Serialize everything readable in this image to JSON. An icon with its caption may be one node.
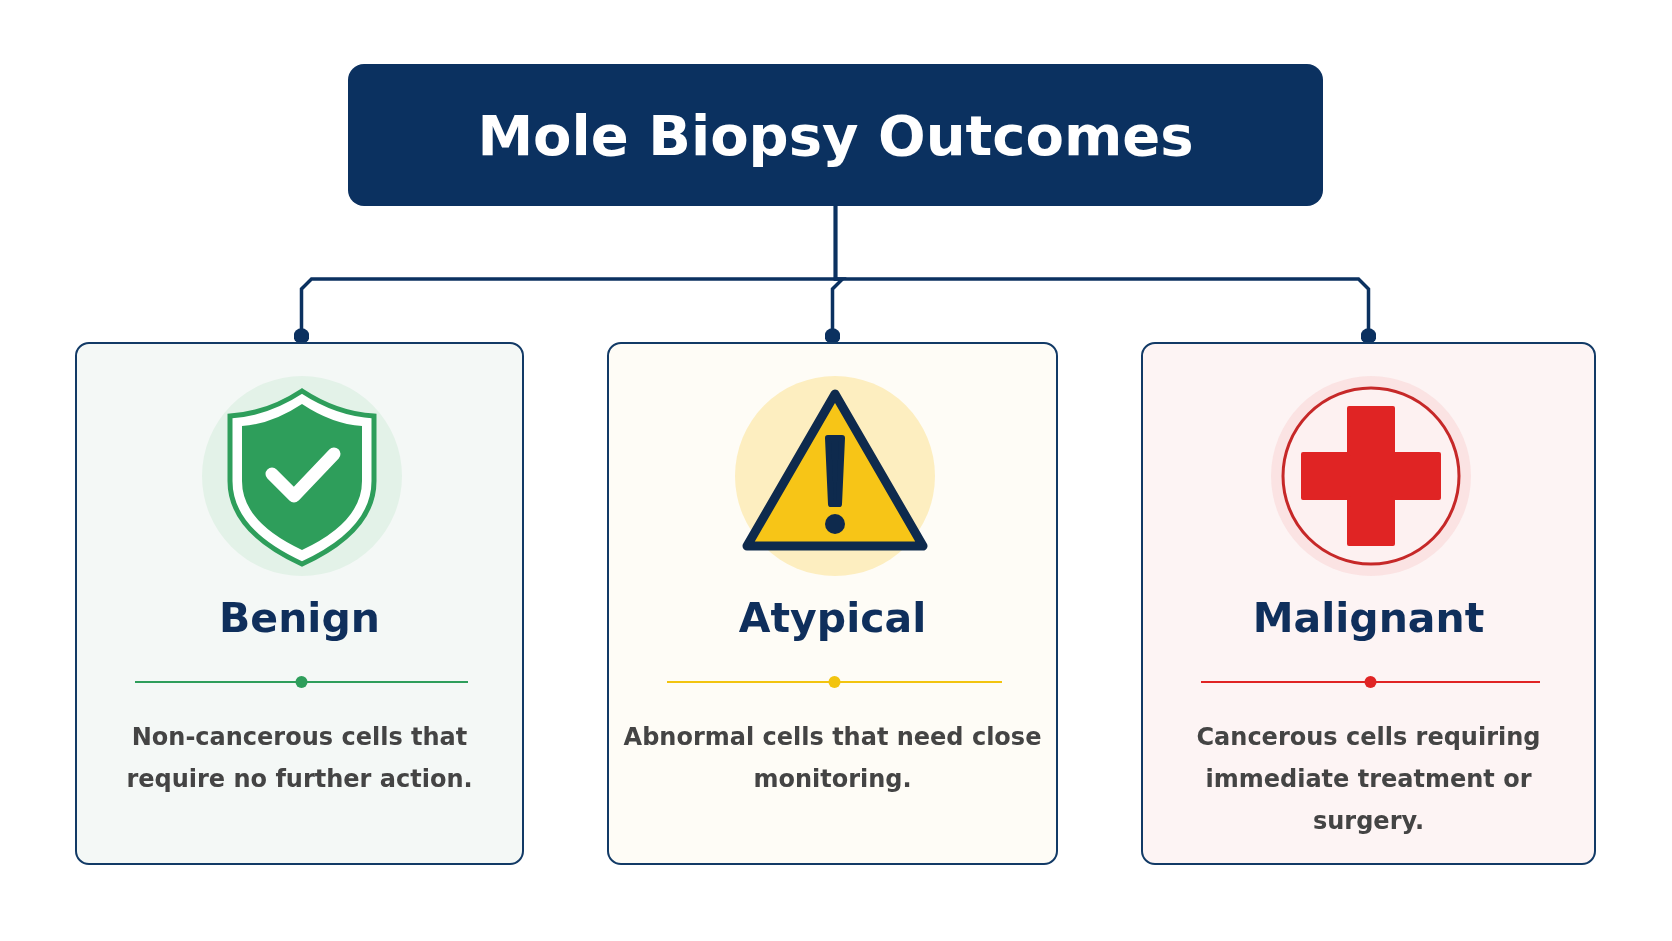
{
  "diagram": {
    "nodes": [
      {
        "text": [
          "Mole Biopsy Outcomes"
        ]
      },
      {
        "text": [
          "Benign",
          "Non-cancerous cells that require no further action."
        ]
      },
      {
        "text": [
          "Atypical",
          "Abnormal cells that need close monitoring."
        ]
      },
      {
        "text": [
          "Malignant",
          "Cancerous cells requiring immediate treatment or surgery."
        ]
      }
    ],
    "edges": [
      {
        "from": 0,
        "to": 1,
        "arrow": "other"
      },
      {
        "from": 0,
        "to": 2,
        "arrow": "other"
      },
      {
        "from": 0,
        "to": 3,
        "arrow": "other"
      }
    ]
  }
}
